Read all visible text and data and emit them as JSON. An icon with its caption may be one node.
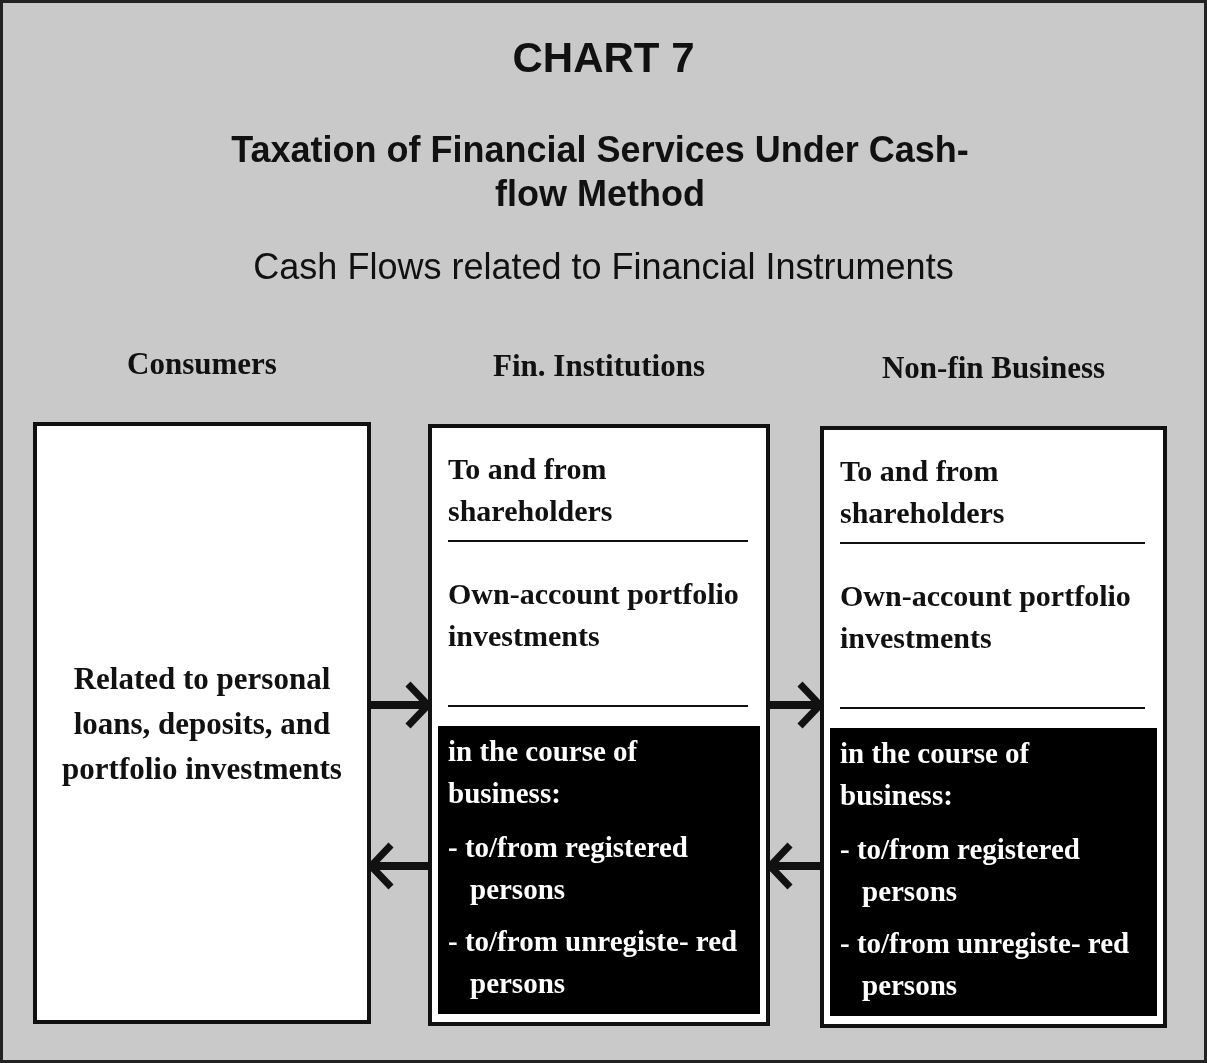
{
  "diagram": {
    "title": "CHART 7",
    "nodes": [
      {
        "text": [
          "Consumers",
          "Related to personal loans, deposits, and portfolio investments"
        ]
      },
      {
        "text": [
          "Fin. Institutions",
          "To and from shareholders",
          "Own-account portfolio investments"
        ]
      },
      {
        "text": [
          "in the course of business:",
          "- to/from registered persons",
          "- to/from unregiste- red persons"
        ],
        "in": 1
      },
      {
        "text": [
          "Non-fin Business",
          "To and from shareholders",
          "Own-account portfolio investments"
        ]
      },
      {
        "text": [
          "in the course of business:",
          "- to/from registered persons",
          "- to/from unregiste- red persons"
        ],
        "in": 3
      }
    ],
    "edges": [
      {
        "from": 0,
        "to": 1,
        "arrow": "to"
      },
      {
        "from": 1,
        "to": 0,
        "arrow": "to"
      },
      {
        "from": 1,
        "to": 3,
        "arrow": "to"
      },
      {
        "from": 3,
        "to": 1,
        "arrow": "to"
      }
    ],
    "labels": [
      "Taxation of Financial Services Under Cash-flow Method",
      "Cash Flows related to Financial Instruments"
    ]
  }
}
